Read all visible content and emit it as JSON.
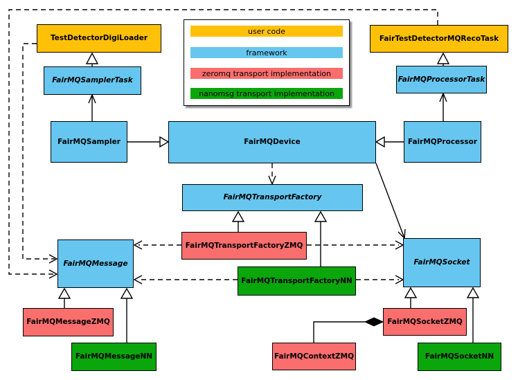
{
  "palette": {
    "user_code": "#FFC107",
    "framework": "#66C6F0",
    "zeromq": "#FA6E6E",
    "nanomsg": "#0BA60B",
    "line": "#000000",
    "background": "#FFFFFF"
  },
  "legend": {
    "items": [
      {
        "label": "user code",
        "category": "user_code"
      },
      {
        "label": "framework",
        "category": "framework"
      },
      {
        "label": "zeromq transport implementation",
        "category": "zeromq"
      },
      {
        "label": "nanomsg transport implementation",
        "category": "nanomsg"
      }
    ]
  },
  "nodes": {
    "digiLoader": {
      "label": "TestDetectorDigiLoader",
      "category": "user_code",
      "abstract": false
    },
    "recoTask": {
      "label": "FairTestDetectorMQRecoTask",
      "category": "user_code",
      "abstract": false
    },
    "samplerTask": {
      "label": "FairMQSamplerTask",
      "category": "framework",
      "abstract": true
    },
    "processorTask": {
      "label": "FairMQProcessorTask",
      "category": "framework",
      "abstract": true
    },
    "sampler": {
      "label": "FairMQSampler",
      "category": "framework",
      "abstract": false
    },
    "device": {
      "label": "FairMQDevice",
      "category": "framework",
      "abstract": false
    },
    "processor": {
      "label": "FairMQProcessor",
      "category": "framework",
      "abstract": false
    },
    "transportFactory": {
      "label": "FairMQTransportFactory",
      "category": "framework",
      "abstract": true
    },
    "transportFactoryZMQ": {
      "label": "FairMQTransportFactoryZMQ",
      "category": "zeromq",
      "abstract": false
    },
    "transportFactoryNN": {
      "label": "FairMQTransportFactoryNN",
      "category": "nanomsg",
      "abstract": false
    },
    "message": {
      "label": "FairMQMessage",
      "category": "framework",
      "abstract": true
    },
    "socket": {
      "label": "FairMQSocket",
      "category": "framework",
      "abstract": true
    },
    "messageZMQ": {
      "label": "FairMQMessageZMQ",
      "category": "zeromq",
      "abstract": false
    },
    "messageNN": {
      "label": "FairMQMessageNN",
      "category": "nanomsg",
      "abstract": false
    },
    "socketZMQ": {
      "label": "FairMQSocketZMQ",
      "category": "zeromq",
      "abstract": false
    },
    "socketNN": {
      "label": "FairMQSocketNN",
      "category": "nanomsg",
      "abstract": false
    },
    "contextZMQ": {
      "label": "FairMQContextZMQ",
      "category": "zeromq",
      "abstract": false
    }
  },
  "edges": [
    {
      "from": "FairMQSamplerTask",
      "to": "TestDetectorDigiLoader",
      "type": "generalization"
    },
    {
      "from": "FairMQSampler",
      "to": "FairMQSamplerTask",
      "type": "association-arrow"
    },
    {
      "from": "FairMQSampler",
      "to": "FairMQDevice",
      "type": "generalization"
    },
    {
      "from": "FairMQProcessorTask",
      "to": "FairTestDetectorMQRecoTask",
      "type": "generalization"
    },
    {
      "from": "FairMQProcessor",
      "to": "FairMQProcessorTask",
      "type": "association-arrow"
    },
    {
      "from": "FairMQProcessor",
      "to": "FairMQDevice",
      "type": "generalization"
    },
    {
      "from": "FairMQDevice",
      "to": "FairMQTransportFactory",
      "type": "dashed-dependency"
    },
    {
      "from": "FairMQDevice",
      "to": "FairMQSocket",
      "type": "association-arrow"
    },
    {
      "from": "FairMQTransportFactoryZMQ",
      "to": "FairMQTransportFactory",
      "type": "generalization"
    },
    {
      "from": "FairMQTransportFactoryNN",
      "to": "FairMQTransportFactory",
      "type": "generalization"
    },
    {
      "from": "FairMQTransportFactoryZMQ",
      "to": "FairMQMessage",
      "type": "dashed-dependency"
    },
    {
      "from": "FairMQTransportFactoryZMQ",
      "to": "FairMQSocket",
      "type": "dashed-dependency"
    },
    {
      "from": "FairMQTransportFactoryNN",
      "to": "FairMQMessage",
      "type": "dashed-dependency"
    },
    {
      "from": "FairMQTransportFactoryNN",
      "to": "FairMQSocket",
      "type": "dashed-dependency"
    },
    {
      "from": "FairMQMessageZMQ",
      "to": "FairMQMessage",
      "type": "generalization"
    },
    {
      "from": "FairMQMessageNN",
      "to": "FairMQMessage",
      "type": "generalization"
    },
    {
      "from": "FairMQSocketZMQ",
      "to": "FairMQSocket",
      "type": "generalization"
    },
    {
      "from": "FairMQSocketNN",
      "to": "FairMQSocket",
      "type": "generalization"
    },
    {
      "from": "FairMQContextZMQ",
      "to": "FairMQSocketZMQ",
      "type": "composition"
    },
    {
      "from": "TestDetectorDigiLoader",
      "to": "FairMQMessage",
      "type": "dashed-dependency"
    },
    {
      "from": "FairTestDetectorMQRecoTask",
      "to": "FairMQMessage",
      "type": "dashed-dependency"
    }
  ]
}
